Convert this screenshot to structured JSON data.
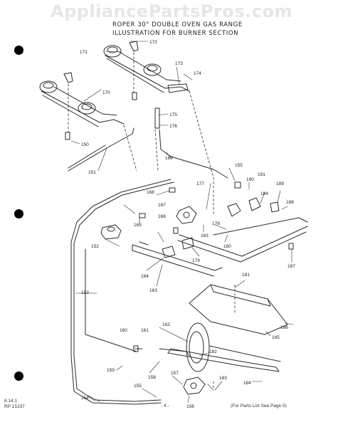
{
  "watermark": "AppliancePartsPros.com",
  "header": {
    "line1": "ROPER 30\" DOUBLE OVEN GAS RANGE",
    "line2": "ILLUSTRATION FOR BURNER SECTION"
  },
  "footer": {
    "code_line1": "8.14.1",
    "code_line2": "RP 21337",
    "page": "- 4 -",
    "note": "(For Parts List See Page 5)"
  },
  "callouts": {
    "c150": "150",
    "c151": "151",
    "c152": "152",
    "c153": "153",
    "c154": "154",
    "c155a": "155",
    "c155b": "155",
    "c156": "156",
    "c157": "157",
    "c158": "158",
    "c159": "159",
    "c160": "160",
    "c161": "161",
    "c162": "162",
    "c163a": "163",
    "c163b": "163",
    "c164": "164",
    "c165": "165",
    "c166": "166",
    "c167": "167",
    "c168": "168",
    "c169": "169",
    "c170": "170",
    "c171": "171",
    "c172": "172",
    "c173": "173",
    "c174": "174",
    "c175": "175",
    "c176": "176",
    "c177": "177",
    "c178": "178",
    "c179": "179",
    "c180": "180",
    "c181": "181",
    "c182": "182",
    "c183": "183",
    "c184a": "184",
    "c184b": "184",
    "c185": "185",
    "c186": "186",
    "c187": "187",
    "c188": "188",
    "c189": "189",
    "c190": "190",
    "c191": "191"
  }
}
